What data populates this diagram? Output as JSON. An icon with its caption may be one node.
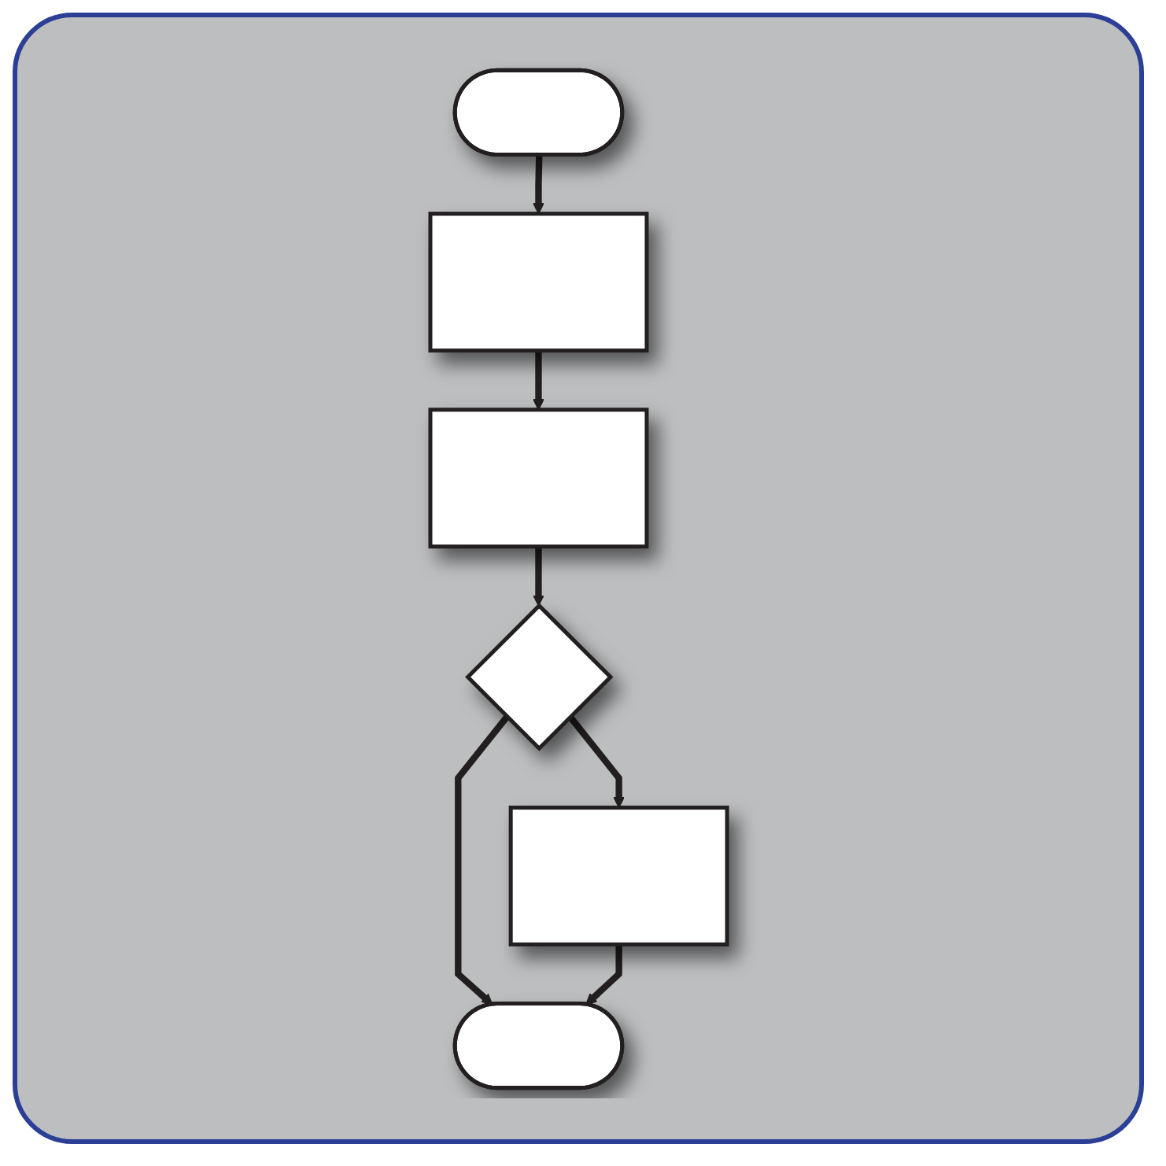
{
  "diagram": {
    "nodes": [
      {
        "text": [],
        "shape": "ellipse"
      },
      {
        "text": [],
        "shape": "box"
      },
      {
        "text": [],
        "shape": "box"
      },
      {
        "text": [],
        "shape": "diamond"
      },
      {
        "text": [],
        "shape": "box"
      },
      {
        "text": [],
        "shape": "ellipse"
      }
    ],
    "edges": [
      {
        "from": 0,
        "to": 1,
        "arrow": "to"
      },
      {
        "from": 1,
        "to": 2,
        "arrow": "to"
      },
      {
        "from": 2,
        "to": 3,
        "arrow": "to"
      },
      {
        "from": 3,
        "to": 4,
        "arrow": "to"
      },
      {
        "from": 3,
        "to": 5,
        "arrow": "to"
      },
      {
        "from": 4,
        "to": 5,
        "arrow": "to"
      }
    ]
  }
}
